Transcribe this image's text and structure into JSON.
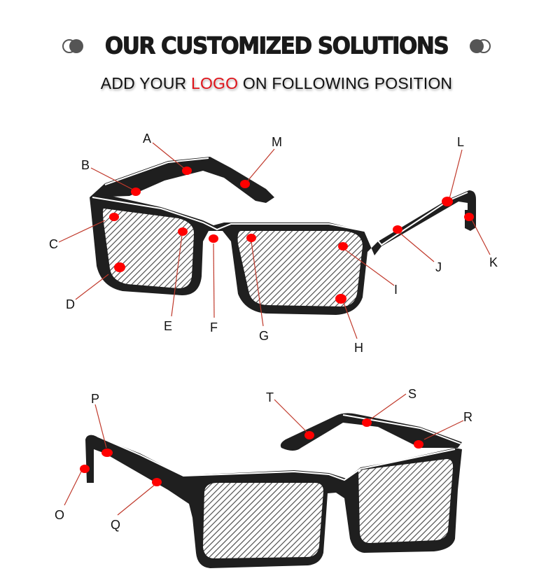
{
  "header": {
    "title": "OUR CUSTOMIZED SOLUTIONS",
    "subtitle_before": "ADD YOUR ",
    "subtitle_highlight": "LOGO",
    "subtitle_after": " ON FOLLOWING POSITION",
    "highlight_color": "#e0141b"
  },
  "colors": {
    "frame": "#1f1f1f",
    "marker": "#ff0000",
    "leader_line": "#c0392b",
    "deco_circle": "#555555"
  },
  "front_view": {
    "labels": {
      "A": "A",
      "B": "B",
      "C": "C",
      "D": "D",
      "E": "E",
      "F": "F",
      "G": "G",
      "H": "H",
      "I": "I",
      "J": "J",
      "K": "K",
      "L": "L",
      "M": "M"
    }
  },
  "back_view": {
    "labels": {
      "O": "O",
      "P": "P",
      "Q": "Q",
      "R": "R",
      "S": "S",
      "T": "T"
    }
  }
}
